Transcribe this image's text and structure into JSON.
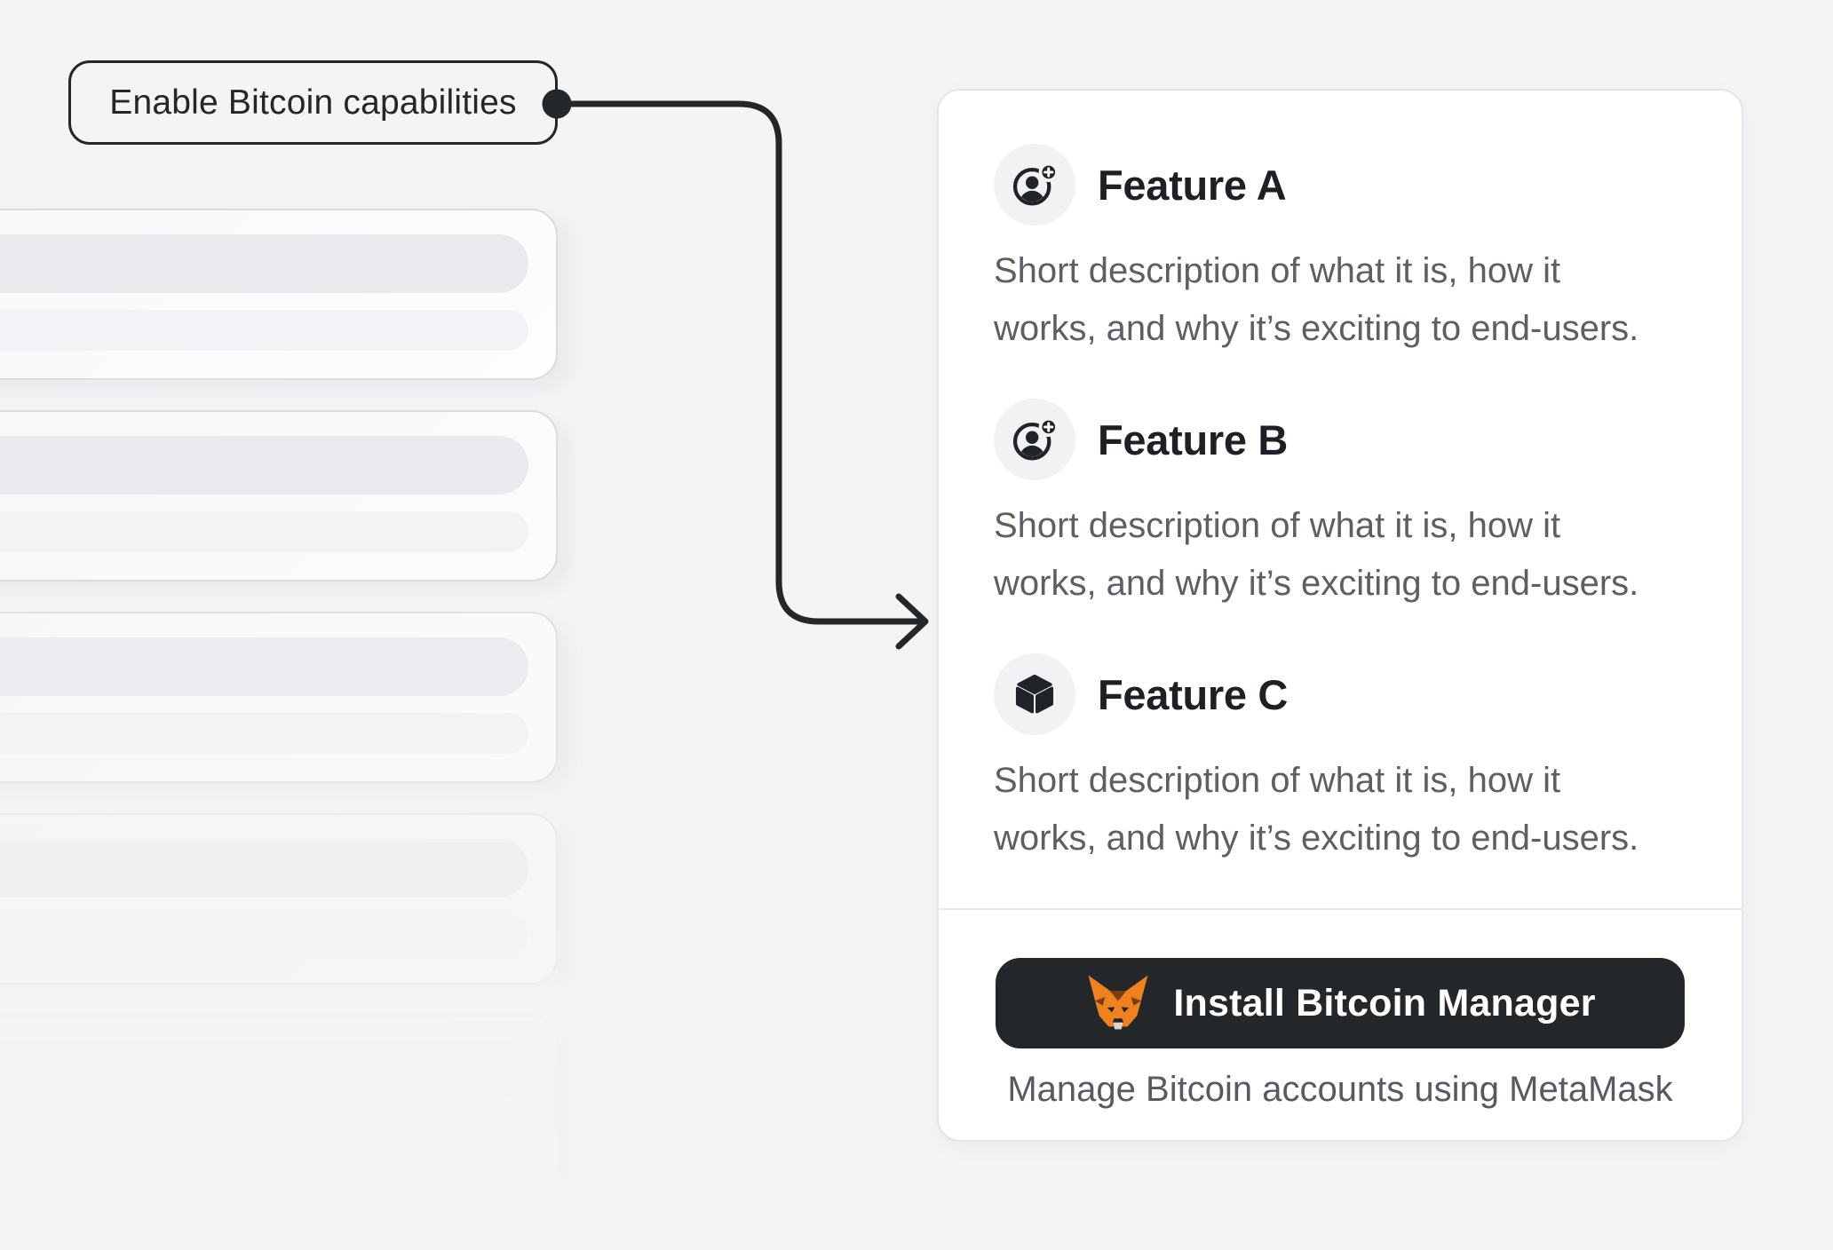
{
  "annotation": {
    "label": "Enable Bitcoin capabilities"
  },
  "connector": {
    "type": "elbow-arrow",
    "from": "annotation-label",
    "to": "feature-panel"
  },
  "skeleton": {
    "card_count": 5,
    "bars_per_card": 2
  },
  "panel": {
    "features": [
      {
        "icon": "account-add-icon",
        "title": "Feature A",
        "description": [
          "Short description of what it is, how it",
          "works, and why it’s exciting to end-users."
        ]
      },
      {
        "icon": "account-add-icon",
        "title": "Feature B",
        "description": [
          "Short description of what it is, how it",
          "works, and why it’s exciting to end-users."
        ]
      },
      {
        "icon": "cube-icon",
        "title": "Feature C",
        "description": [
          "Short description of what it is, how it",
          "works, and why it’s exciting to end-users."
        ]
      }
    ],
    "cta": {
      "button_icon": "metamask-fox-icon",
      "button_label": "Install Bitcoin Manager",
      "caption": "Manage Bitcoin accounts using MetaMask"
    }
  },
  "colors": {
    "page_bg": "#f3f4f5",
    "ink": "#24272a",
    "title_text": "#1d2024",
    "body_text": "#5b6065",
    "card_bg": "#ffffff",
    "card_border": "#e3e5e8",
    "icon_circle_bg": "#f1f2f4",
    "divider": "#e6e8ea",
    "button_bg": "#24272a",
    "button_text": "#ffffff",
    "fox_orange": "#f0821e",
    "fox_brown": "#7a3d12",
    "skeleton_bar_dark": "#e8eaee",
    "skeleton_bar_light": "#f1f3f6"
  }
}
